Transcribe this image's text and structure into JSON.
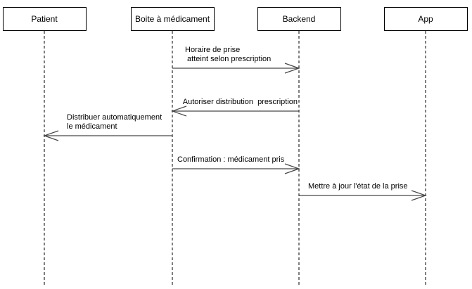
{
  "diagram": {
    "type": "uml-sequence-diagram",
    "colors": {
      "background": "#ffffff",
      "box_border": "#000000",
      "text": "#000000",
      "lifeline": "#000000",
      "arrow": "#474747"
    },
    "actors": [
      {
        "name": "Patient"
      },
      {
        "name": "Boite à médicament"
      },
      {
        "name": "Backend"
      },
      {
        "name": "App"
      }
    ],
    "messages": [
      {
        "from": "Boite à médicament",
        "to": "Backend",
        "lines": [
          "Horaire de prise",
          " atteint selon prescription"
        ],
        "arrow_style": "open"
      },
      {
        "from": "Backend",
        "to": "Boite à médicament",
        "lines": [
          "Autoriser distribution  prescription"
        ],
        "arrow_style": "open"
      },
      {
        "from": "Boite à médicament",
        "to": "Patient",
        "lines": [
          "Distribuer automatiquement",
          "le médicament"
        ],
        "arrow_style": "open"
      },
      {
        "from": "Boite à médicament",
        "to": "Backend",
        "lines": [
          "Confirmation : médicament pris"
        ],
        "arrow_style": "open"
      },
      {
        "from": "Backend",
        "to": "App",
        "lines": [
          "Mettre à jour l'état de la prise"
        ],
        "arrow_style": "open"
      }
    ]
  }
}
